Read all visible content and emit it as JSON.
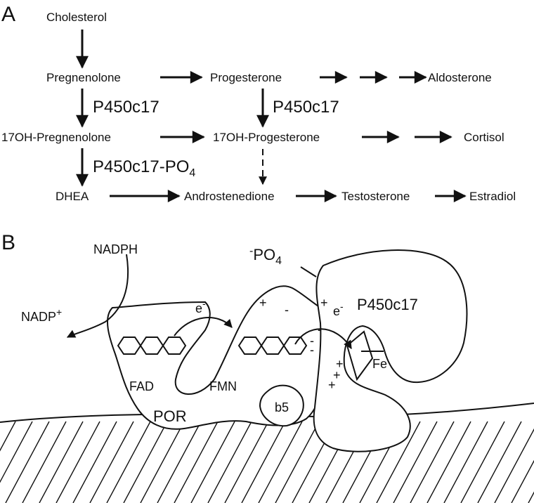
{
  "panel_a": {
    "label": "A",
    "molecules": {
      "cholesterol": "Cholesterol",
      "pregnenolone": "Pregnenolone",
      "progesterone": "Progesterone",
      "aldosterone": "Aldosterone",
      "oh17_pregnenolone": "17OH-Pregnenolone",
      "oh17_progesterone": "17OH-Progesterone",
      "cortisol": "Cortisol",
      "dhea": "DHEA",
      "androstenedione": "Androstenedione",
      "testosterone": "Testosterone",
      "estradiol": "Estradiol"
    },
    "enzymes": {
      "p450c17_left": "P450c17",
      "p450c17_right": "P450c17",
      "p450c17_po4_main": "P450c17-PO",
      "p450c17_po4_sub": "4"
    }
  },
  "panel_b": {
    "label": "B",
    "nadph": "NADPH",
    "nadp_main": "NADP",
    "nadp_sup": "+",
    "e_left_main": "e",
    "e_left_sup": "-",
    "e_right_main": "e",
    "e_right_sup": "-",
    "po4_prefix": "-",
    "po4_main": "PO",
    "po4_sub": "4",
    "p450c17": "P450c17",
    "fe": "Fe",
    "fad": "FAD",
    "fmn": "FMN",
    "por": "POR",
    "b5": "b5",
    "plus": "+",
    "minus": "-"
  }
}
